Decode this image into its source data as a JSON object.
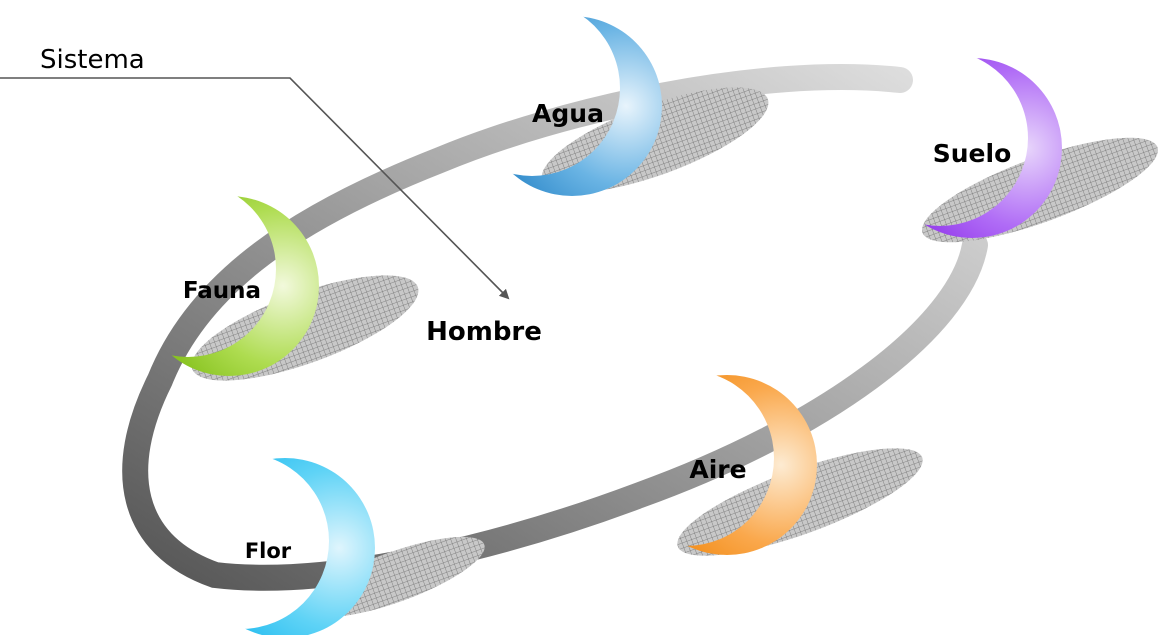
{
  "diagram": {
    "callout_label": "Sistema",
    "center_label": "Hombre",
    "nodes": [
      {
        "id": "agua",
        "label": "Agua",
        "color": "#2f8fd0"
      },
      {
        "id": "suelo",
        "label": "Suelo",
        "color": "#9a3df0"
      },
      {
        "id": "fauna",
        "label": "Fauna",
        "color": "#8cc81e"
      },
      {
        "id": "aire",
        "label": "Aire",
        "color": "#f7931e"
      },
      {
        "id": "flor",
        "label": "Flor",
        "color": "#2fc4f2"
      }
    ],
    "colors": {
      "ring_light": "#d4d4d4",
      "ring_dark": "#6e6e6e",
      "shadow": "#9a9a9a",
      "callout_line": "#555555"
    }
  }
}
